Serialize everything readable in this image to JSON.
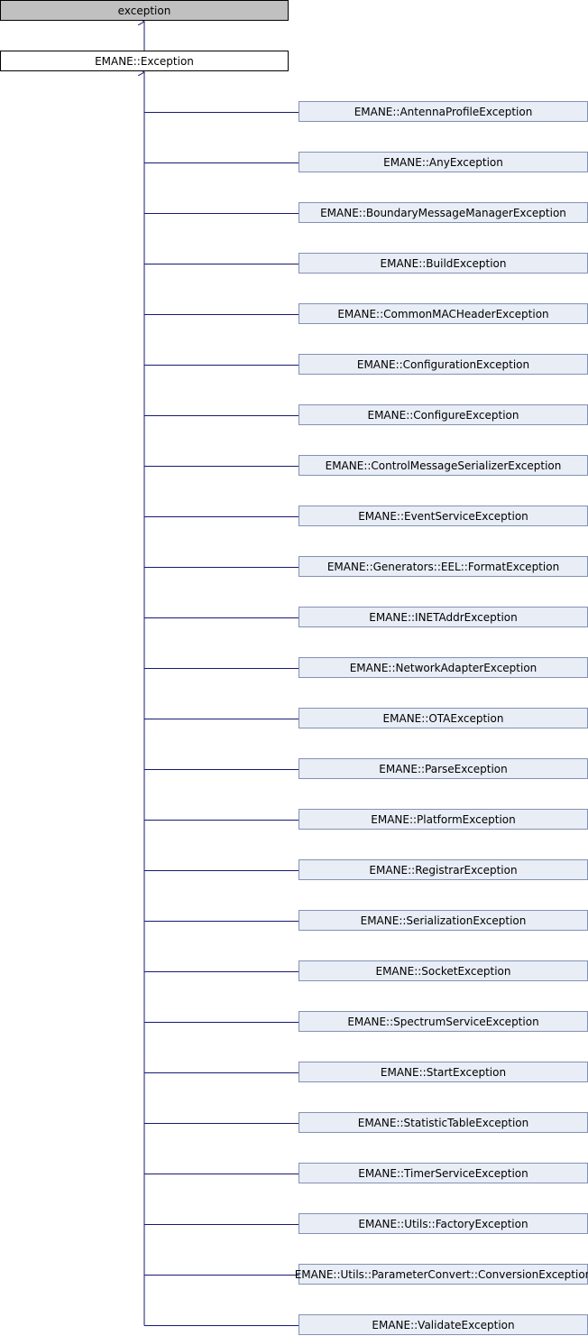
{
  "diagram": {
    "root": {
      "label": "exception"
    },
    "base": {
      "label": "EMANE::Exception"
    },
    "children": [
      {
        "label": "EMANE::AntennaProfileException"
      },
      {
        "label": "EMANE::AnyException"
      },
      {
        "label": "EMANE::BoundaryMessageManagerException"
      },
      {
        "label": "EMANE::BuildException"
      },
      {
        "label": "EMANE::CommonMACHeaderException"
      },
      {
        "label": "EMANE::ConfigurationException"
      },
      {
        "label": "EMANE::ConfigureException"
      },
      {
        "label": "EMANE::ControlMessageSerializerException"
      },
      {
        "label": "EMANE::EventServiceException"
      },
      {
        "label": "EMANE::Generators::EEL::FormatException"
      },
      {
        "label": "EMANE::INETAddrException"
      },
      {
        "label": "EMANE::NetworkAdapterException"
      },
      {
        "label": "EMANE::OTAException"
      },
      {
        "label": "EMANE::ParseException"
      },
      {
        "label": "EMANE::PlatformException"
      },
      {
        "label": "EMANE::RegistrarException"
      },
      {
        "label": "EMANE::SerializationException"
      },
      {
        "label": "EMANE::SocketException"
      },
      {
        "label": "EMANE::SpectrumServiceException"
      },
      {
        "label": "EMANE::StartException"
      },
      {
        "label": "EMANE::StatisticTableException"
      },
      {
        "label": "EMANE::TimerServiceException"
      },
      {
        "label": "EMANE::Utils::FactoryException"
      },
      {
        "label": "EMANE::Utils::ParameterConvert::ConversionException"
      },
      {
        "label": "EMANE::ValidateException"
      }
    ],
    "colors": {
      "root_fill": "#c0c0c0",
      "base_fill": "#ffffff",
      "child_fill": "#e8edf6",
      "border": "#000000",
      "child_border": "#8491b4",
      "edge": "#191970"
    }
  }
}
